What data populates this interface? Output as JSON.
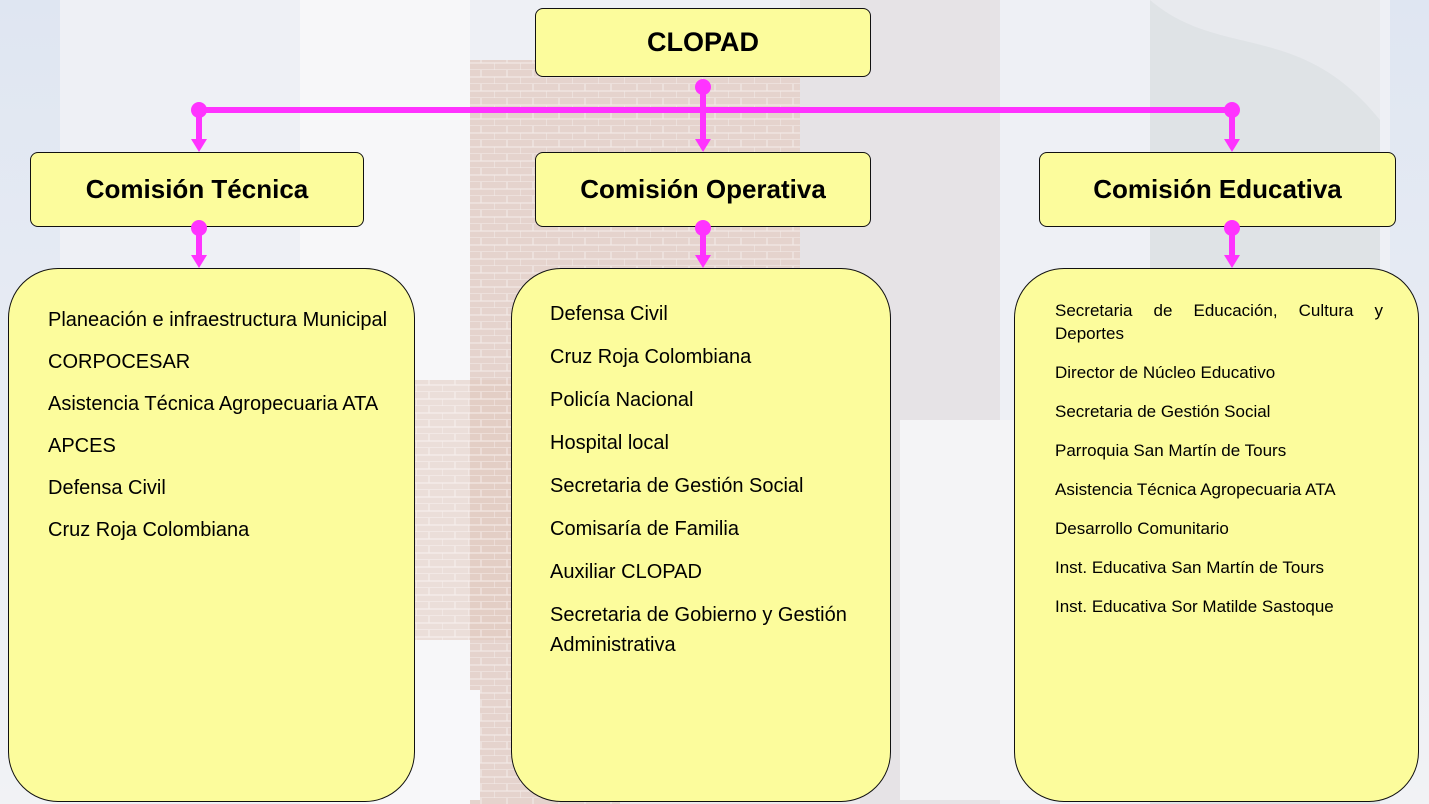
{
  "colors": {
    "box_fill": "#fcfc9c",
    "connector": "#ff33ff",
    "border": "#111111"
  },
  "root": {
    "label": "CLOPAD"
  },
  "commissions": [
    {
      "title": "Comisión Técnica",
      "members": [
        "Planeación e infraestructura Municipal",
        "CORPOCESAR",
        "Asistencia Técnica Agropecuaria  ATA",
        "APCES",
        "Defensa Civil",
        "Cruz Roja Colombiana"
      ]
    },
    {
      "title": "Comisión Operativa",
      "members": [
        "Defensa Civil",
        "Cruz Roja Colombiana",
        "Policía Nacional",
        "Hospital local",
        "Secretaria de Gestión Social",
        "Comisaría de Familia",
        "Auxiliar CLOPAD",
        "Secretaria de Gobierno y Gestión Administrativa"
      ]
    },
    {
      "title": "Comisión Educativa",
      "members": [
        "Secretaria de Educación, Cultura y Deportes",
        "Director de Núcleo Educativo",
        "Secretaria de Gestión Social",
        "Parroquia  San Martín de Tours",
        "Asistencia Técnica Agropecuaria  ATA",
        "Desarrollo Comunitario",
        " Inst. Educativa San Martín de Tours",
        "Inst. Educativa Sor Matilde Sastoque"
      ]
    }
  ]
}
